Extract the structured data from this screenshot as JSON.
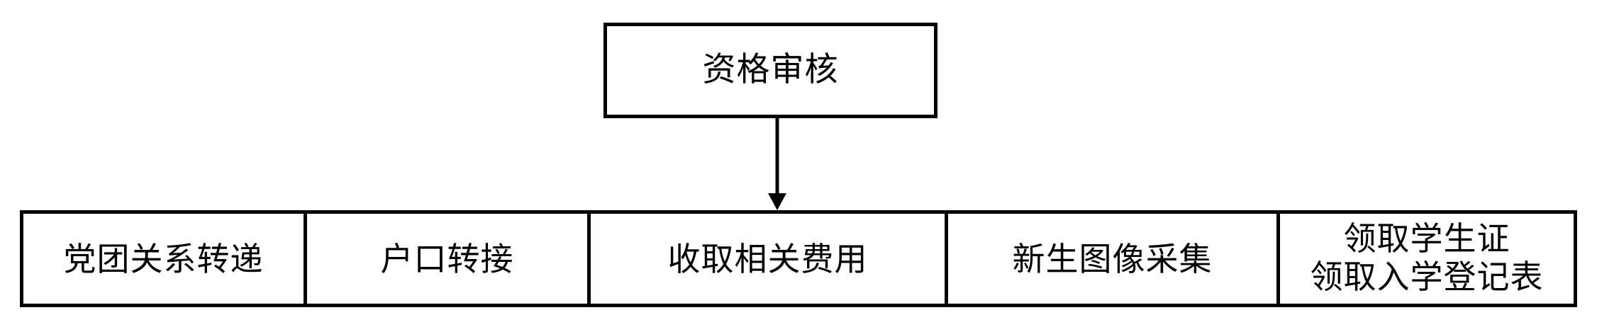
{
  "diagram": {
    "type": "flowchart",
    "title_node": {
      "id": "qualification-review",
      "label": "资格审核"
    },
    "connector": {
      "kind": "arrow-down",
      "from": "qualification-review",
      "to": "collect-fees",
      "color": "#000000"
    },
    "process_row": {
      "cells": [
        {
          "id": "party-league-transfer",
          "label": "党团关系转递"
        },
        {
          "id": "household-transfer",
          "label": "户口转接"
        },
        {
          "id": "collect-fees",
          "label": "收取相关费用"
        },
        {
          "id": "freshman-photo",
          "label": "新生图像采集"
        },
        {
          "id": "receive-documents",
          "label_line1": "领取学生证",
          "label_line2": "领取入学登记表"
        }
      ]
    },
    "style": {
      "stroke": "#000000",
      "fill": "#ffffff",
      "stroke_width": "5px"
    }
  }
}
